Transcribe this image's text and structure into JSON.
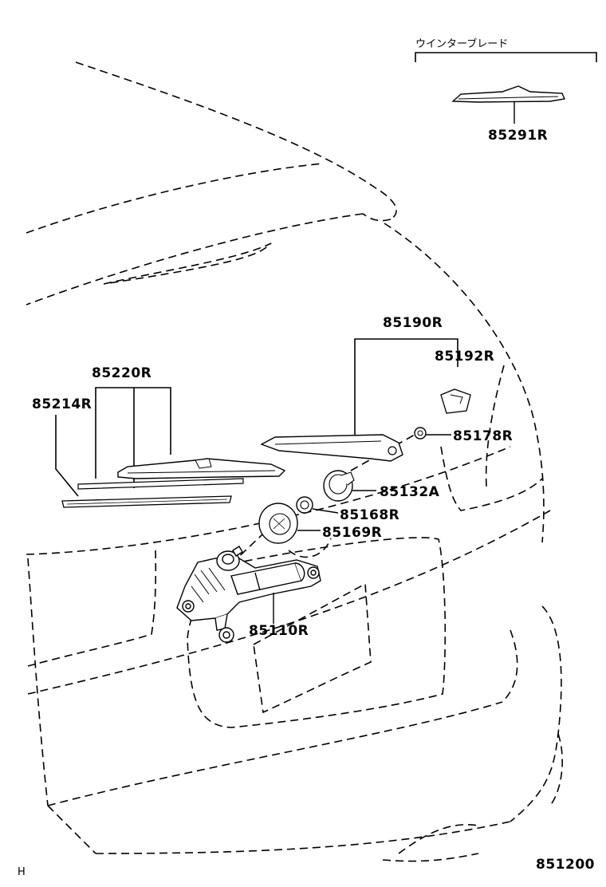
{
  "winter_blade_header": "ウインターブレード",
  "diagram_code": "851200",
  "corner_mark": "H",
  "parts": {
    "p85291": "85291R",
    "p85190": "85190R",
    "p85192": "85192R",
    "p85178": "85178R",
    "p85220": "85220R",
    "p85214": "85214R",
    "p85132": "85132A",
    "p85168": "85168R",
    "p85169": "85169R",
    "p85110": "85110R"
  }
}
